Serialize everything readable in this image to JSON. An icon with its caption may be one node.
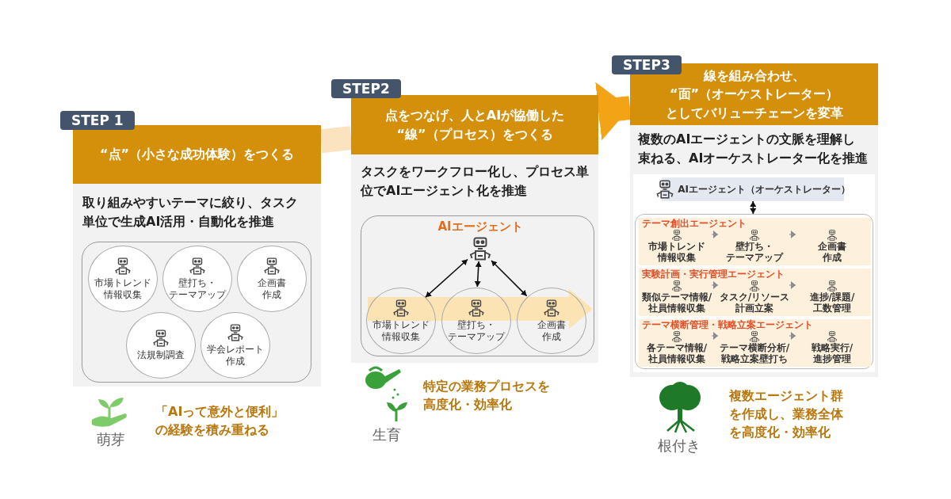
{
  "diagram": {
    "nodes": [
      {
        "text": [
          "STEP 1",
          "“点”（小さな成功体験）をつくる",
          "取り組みやすいテーマに絞り、タスク単位で生成AI活用・自動化を推進"
        ]
      },
      {
        "text": [],
        "shape": "box",
        "in": 0
      },
      {
        "text": [
          "市場トレンド情報収集"
        ],
        "in": 1
      },
      {
        "text": [
          "壁打ち・テーマアップ"
        ],
        "in": 1
      },
      {
        "text": [
          "企画書作成"
        ],
        "in": 1
      },
      {
        "text": [
          "法規制調査"
        ],
        "in": 1
      },
      {
        "text": [
          "学会レポート作成"
        ],
        "in": 1
      },
      {
        "text": [
          "STEP2",
          "点をつなげ、人とAIが協働した“線”（プロセス）をつくる",
          "タスクをワークフロー化し、プロセス単位でAIエージェント化を推進"
        ]
      },
      {
        "text": [],
        "shape": "box",
        "in": 7
      },
      {
        "text": [
          "AIエージェント"
        ],
        "in": 8
      },
      {
        "text": [
          "市場トレンド情報収集"
        ],
        "in": 8
      },
      {
        "text": [
          "壁打ち・テーマアップ"
        ],
        "in": 8
      },
      {
        "text": [
          "企画書作成"
        ],
        "in": 8
      },
      {
        "text": [
          "STEP3",
          "線を組み合わせ、“面”（オーケストレーター）としてバリューチェーンを変革",
          "複数のAIエージェントの文脈を理解し束ねる、AIオーケストレーター化を推進"
        ]
      },
      {
        "text": [
          "AIエージェント（オーケストレーター）"
        ],
        "in": 13
      },
      {
        "text": [],
        "shape": "box",
        "in": 13
      },
      {
        "text": [
          "テーマ創出エージェント"
        ],
        "in": 15
      },
      {
        "text": [
          "実験計画・実行管理エージェント"
        ],
        "in": 15
      },
      {
        "text": [
          "テーマ横断管理・戦略立案エージェント"
        ],
        "in": 15
      },
      {
        "text": [
          "市場トレンド情報収集"
        ],
        "in": 16
      },
      {
        "text": [
          "壁打ち・テーマアップ"
        ],
        "in": 16
      },
      {
        "text": [
          "企画書作成"
        ],
        "in": 16
      },
      {
        "text": [
          "類似テーマ情報/社員情報収集"
        ],
        "in": 17
      },
      {
        "text": [
          "タスク/リソース計画立案"
        ],
        "in": 17
      },
      {
        "text": [
          "進捗/課題/工数管理"
        ],
        "in": 17
      },
      {
        "text": [
          "各テーマ情報/社員情報収集"
        ],
        "in": 18
      },
      {
        "text": [
          "テーマ横断分析/戦略立案壁打ち"
        ],
        "in": 18
      },
      {
        "text": [
          "戦略実行/進捗管理"
        ],
        "in": 18
      }
    ],
    "edges": [
      {
        "from": 0,
        "to": 7,
        "arrow": "none",
        "color": "#fbe3c0",
        "style": "thick"
      },
      {
        "from": 7,
        "to": 13,
        "arrow": "to",
        "color": "#f2a316",
        "style": "thick"
      },
      {
        "from": 9,
        "to": 10,
        "arrow": "both",
        "color": "#111111"
      },
      {
        "from": 9,
        "to": 11,
        "arrow": "both",
        "color": "#111111"
      },
      {
        "from": 9,
        "to": 12,
        "arrow": "both",
        "color": "#111111"
      },
      {
        "from": 14,
        "to": 15,
        "arrow": "both",
        "color": "#111111"
      },
      {
        "from": 19,
        "to": 20,
        "arrow": "to",
        "color": "#8c8c8c"
      },
      {
        "from": 20,
        "to": 21,
        "arrow": "to",
        "color": "#8c8c8c"
      },
      {
        "from": 22,
        "to": 23,
        "arrow": "to",
        "color": "#8c8c8c"
      },
      {
        "from": 23,
        "to": 24,
        "arrow": "to",
        "color": "#8c8c8c"
      },
      {
        "from": 25,
        "to": 26,
        "arrow": "to",
        "color": "#8c8c8c"
      },
      {
        "from": 26,
        "to": 27,
        "arrow": "to",
        "color": "#8c8c8c"
      }
    ],
    "labels": [
      "萌芽",
      "「AIって意外と便利」の経験を積み重ねる",
      "生育",
      "特定の業務プロセスを高度化・効率化",
      "根付き",
      "複数エージェント群を作成し、業務全体を高度化・効率化"
    ]
  }
}
